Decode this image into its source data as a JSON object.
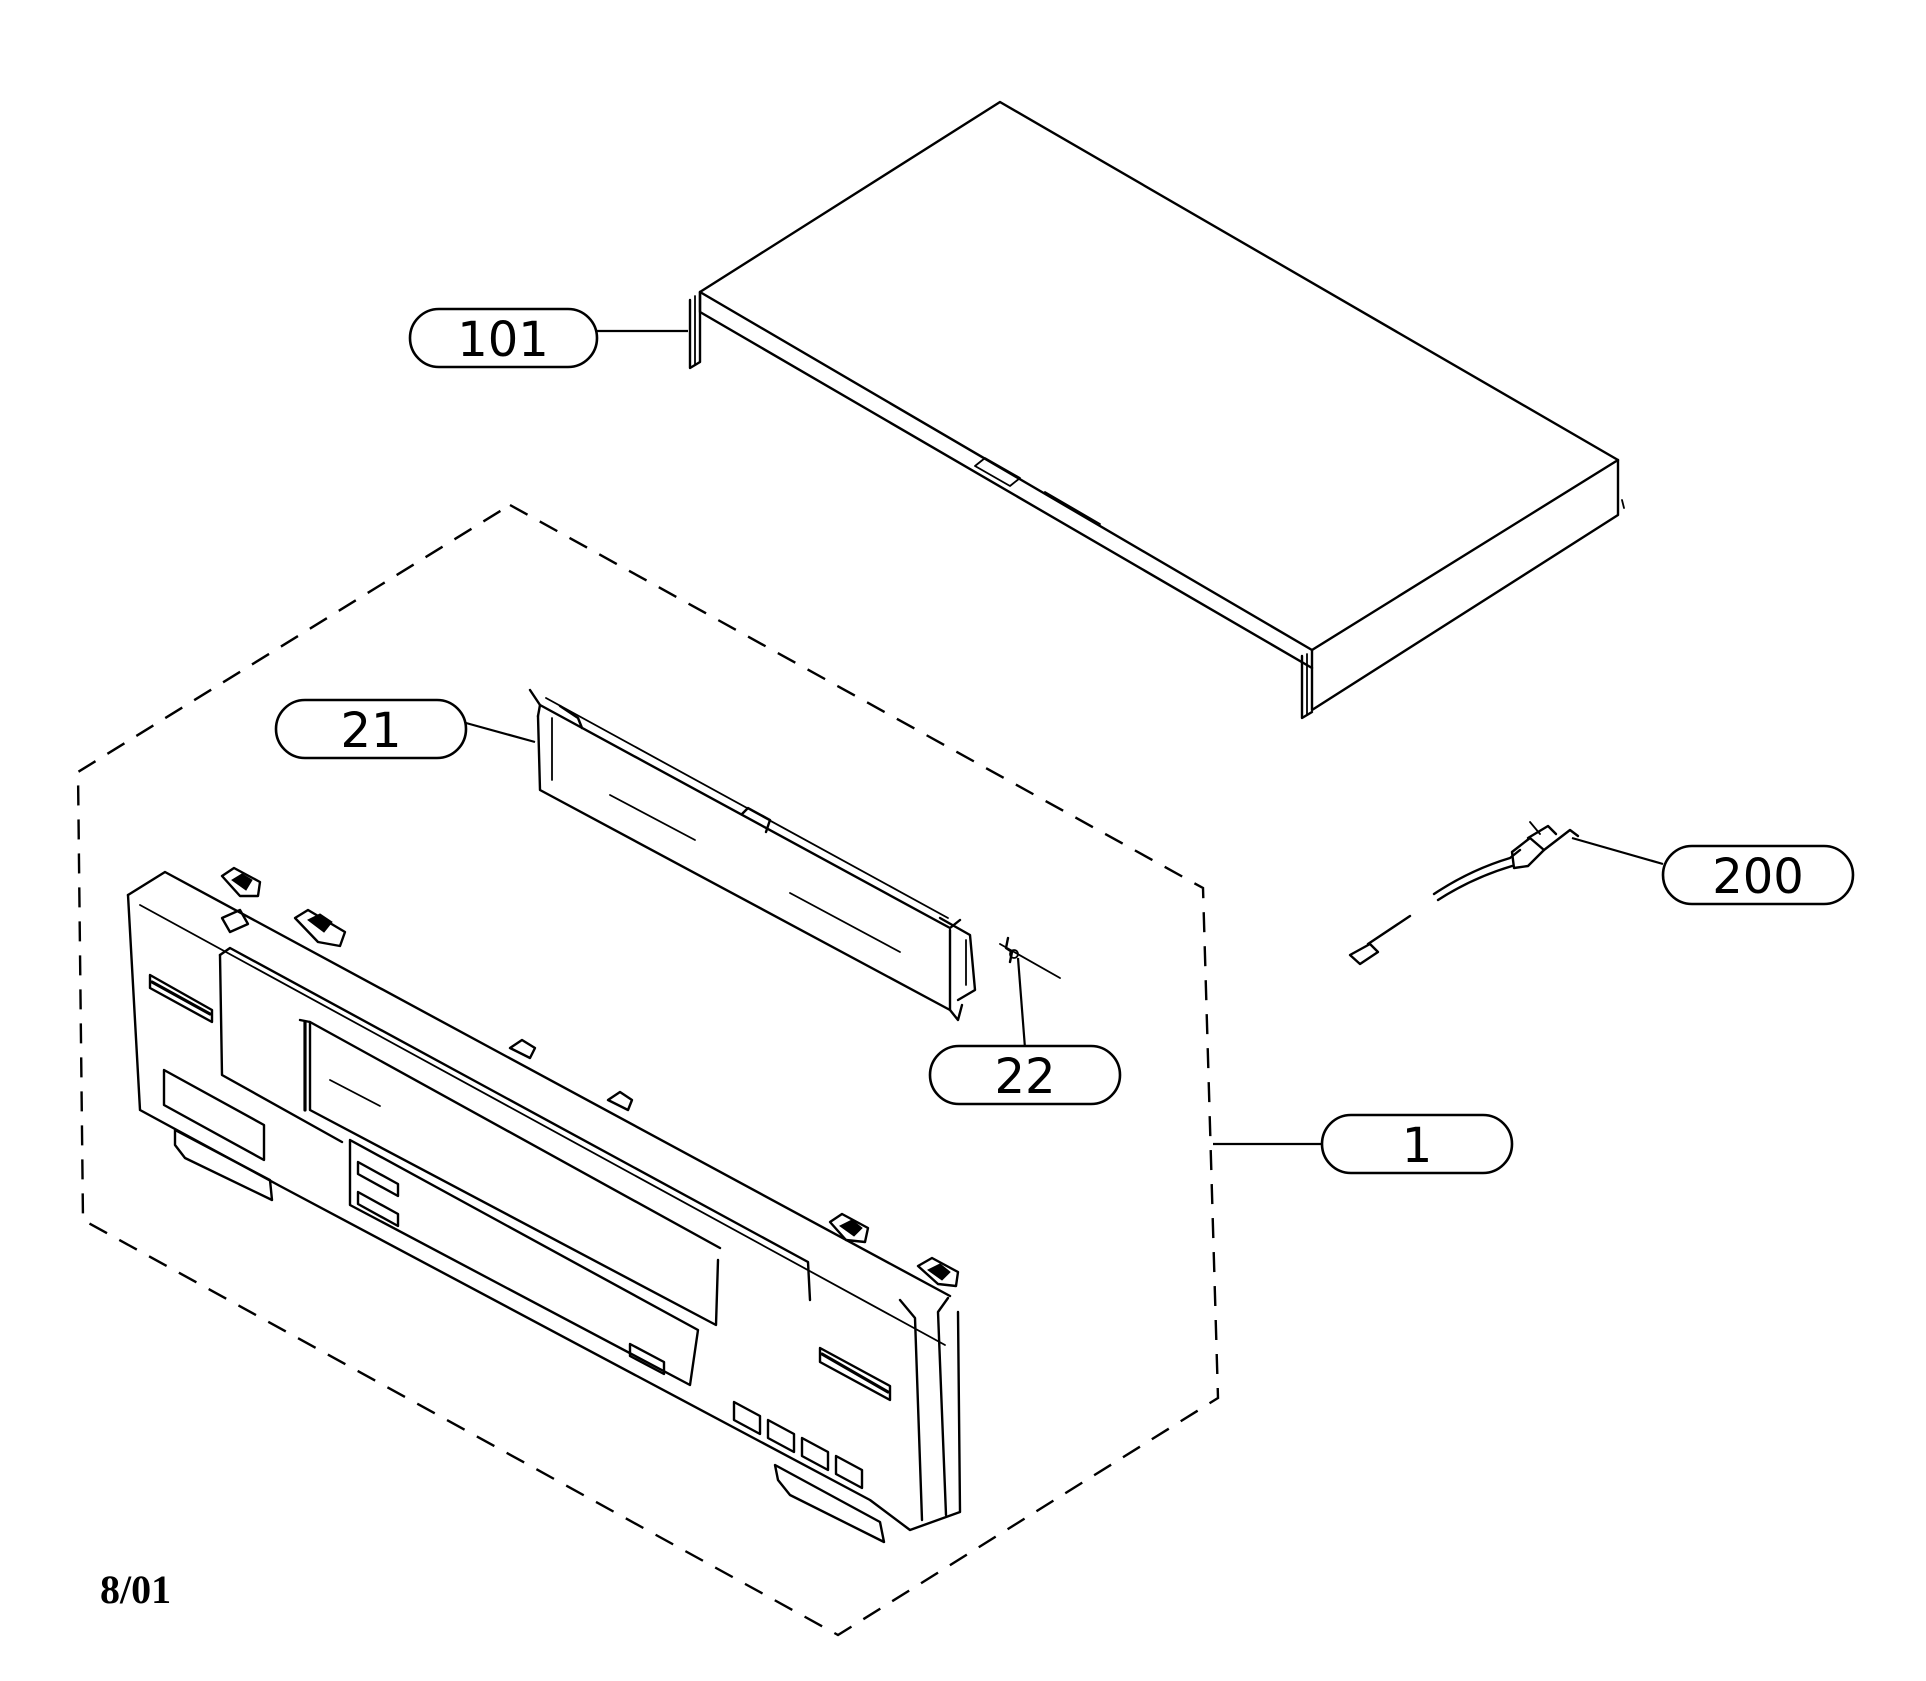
{
  "diagram": {
    "callouts": [
      {
        "id": "top-cover",
        "label": "101"
      },
      {
        "id": "door-bracket",
        "label": "21"
      },
      {
        "id": "spring",
        "label": "22"
      },
      {
        "id": "front-panel-assembly",
        "label": "1"
      },
      {
        "id": "power-cord",
        "label": "200"
      }
    ],
    "revision": "8/01"
  }
}
